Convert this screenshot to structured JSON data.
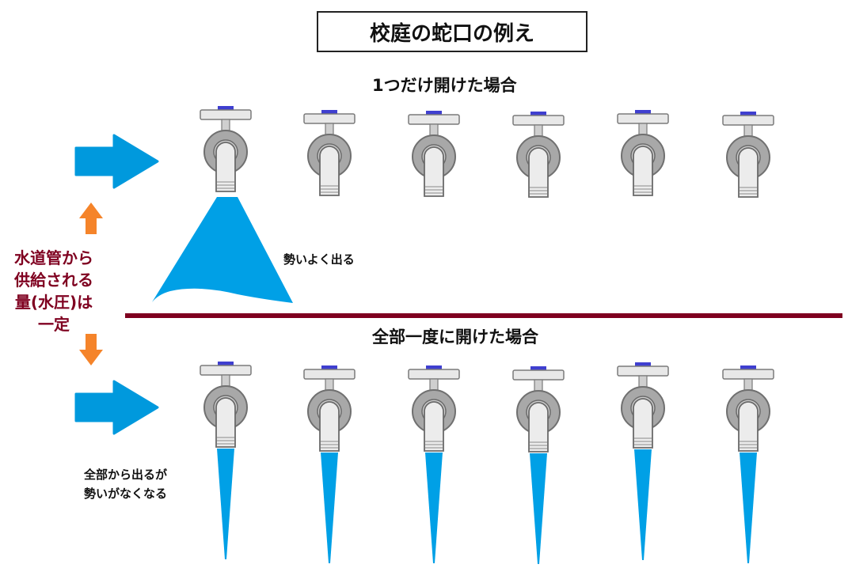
{
  "title": "校庭の蛇口の例え",
  "sections": {
    "single": {
      "heading": "1つだけ開けた場合",
      "note": "勢いよく出る"
    },
    "all": {
      "heading": "全部一度に開けた場合",
      "note_lines": [
        "全部から出るが",
        "勢いがなくなる"
      ]
    }
  },
  "supply_lines": [
    "水道管から",
    "供給される",
    "量(水圧)は",
    "一定"
  ],
  "icons": {
    "flow": "flow-arrow-icon",
    "pressure": "pressure-arrow-icon",
    "faucet": "faucet-icon"
  },
  "colors": {
    "water": "#00a0e6",
    "flow_arrow": "#0099dd",
    "pressure_arrow": "#f5842a",
    "divider": "#7f0020",
    "handle_knob": "#3f3fd0",
    "faucet_body": "#a8a8a8",
    "faucet_light": "#e8e8e8"
  }
}
